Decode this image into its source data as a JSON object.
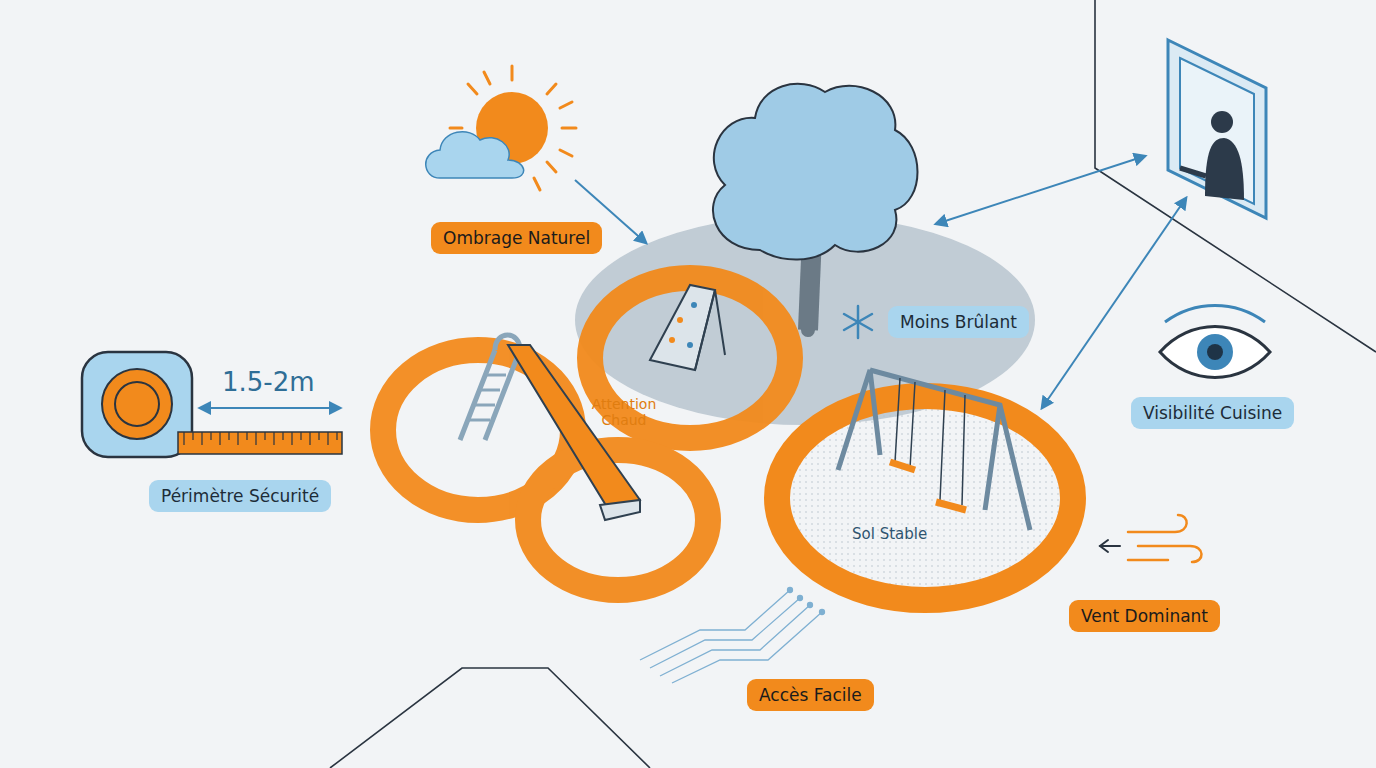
{
  "diagram": {
    "nodes": [
      {
        "text": [
          "Ombrage Naturel"
        ]
      },
      {
        "text": [
          "Moins Brûlant"
        ]
      },
      {
        "text": [
          "Visibilité Cuisine"
        ]
      },
      {
        "text": [
          "Périmètre Sécurité"
        ]
      },
      {
        "text": [
          "Vent Dominant"
        ]
      },
      {
        "text": [
          "Accès Facile"
        ]
      }
    ],
    "labels": [
      "1.5-2m",
      "Attention Chaud",
      "Sol Stable"
    ]
  }
}
